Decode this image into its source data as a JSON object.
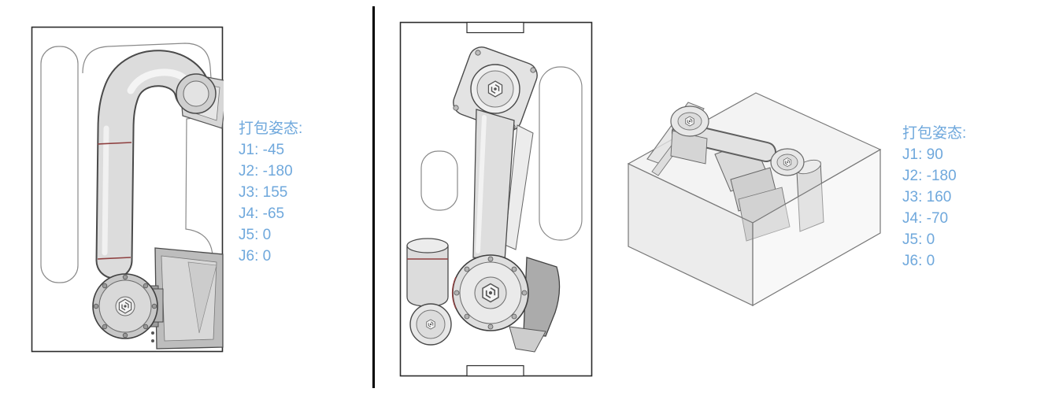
{
  "colors": {
    "accent": "#6FA8DC",
    "divider": "#000000",
    "outline": "#2b2b2b"
  },
  "icons": {
    "joint_logo": "hexagon-logo-icon"
  },
  "pose_left": {
    "title": "打包姿态:",
    "lines": [
      "J1: -45",
      "J2: -180",
      "J3: 155",
      "J4: -65",
      "J5: 0",
      "J6: 0"
    ]
  },
  "pose_right": {
    "title": "打包姿态:",
    "lines": [
      "J1: 90",
      "J2: -180",
      "J3: 160",
      "J4: -70",
      "J5: 0",
      "J6: 0"
    ]
  }
}
